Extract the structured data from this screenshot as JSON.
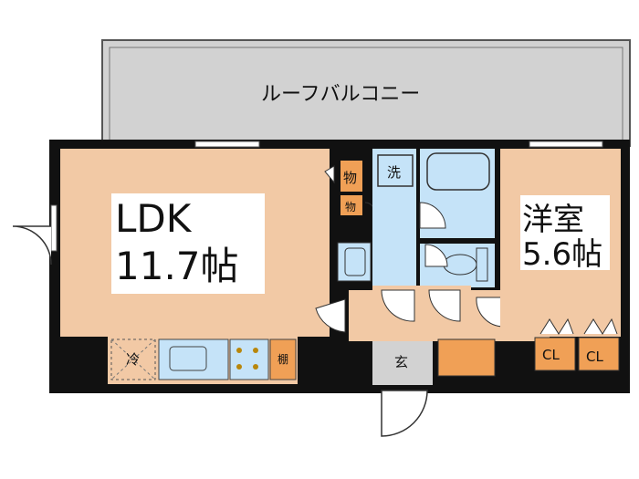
{
  "rooms": {
    "balcony": "ルーフバルコニー",
    "ldk_name": "LDK",
    "ldk_size": "11.7帖",
    "western_name": "洋室",
    "western_size": "5.6帖"
  },
  "fixtures": {
    "storage_1": "物",
    "storage_2": "物",
    "washer": "洗",
    "fridge": "冷",
    "shelf": "棚",
    "entrance": "玄",
    "closet_1": "CL",
    "closet_2": "CL"
  },
  "colors": {
    "room_fill": "#f2c9a5",
    "wet_fill": "#c5e3f8",
    "storage_fill": "#f0a056",
    "balcony_fill": "#d2d2d2",
    "wall": "#111111",
    "hall_fill": "#f2c9a5"
  }
}
